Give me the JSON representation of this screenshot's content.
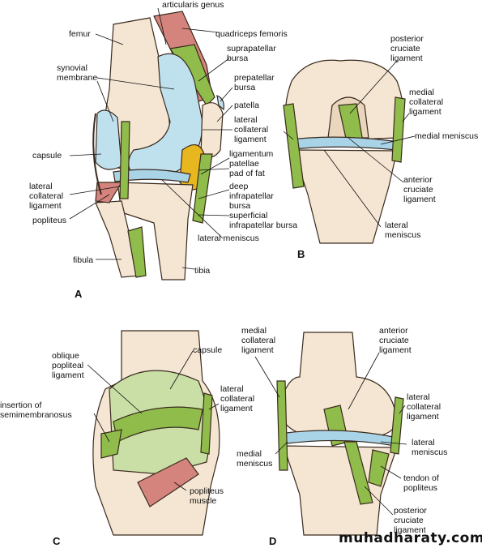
{
  "colors": {
    "bone": "#f5e6d3",
    "bone_outline": "#3a2a1e",
    "synovial": "#bfe1ee",
    "meniscus": "#a9d3e6",
    "ligament": "#8fbc4a",
    "ligament_dark": "#4c7a2a",
    "muscle": "#d4847c",
    "fat": "#e8b720",
    "capsule": "#c9dfa6"
  },
  "panels": {
    "A": {
      "letter": "A",
      "labels": {
        "articularis_genus": "articularis genus",
        "femur": "femur",
        "quadriceps_femoris": "quadriceps femoris",
        "suprapatellar_bursa": "suprapatellar\nbursa",
        "synovial_membrane": "synovial\nmembrane",
        "prepatellar_bursa": "prepatellar\nbursa",
        "patella": "patella",
        "capsule": "capsule",
        "ligamentum_patellae": "ligamentum\npatellae",
        "pad_of_fat": "pad of fat",
        "lateral_collateral_ligament": "lateral\ncollateral\nligament",
        "deep_infrapatellar_bursa": "deep\ninfrapatellar\nbursa",
        "popliteus": "popliteus",
        "superficial_infrapatellar_bursa": "superficial\ninfrapatellar bursa",
        "lateral_meniscus": "lateral meniscus",
        "fibula": "fibula",
        "tibia": "tibia"
      }
    },
    "B": {
      "letter": "B",
      "labels": {
        "posterior_cruciate_ligament": "posterior\ncruciate\nligament",
        "medial_collateral_ligament": "medial\ncollateral\nligament",
        "lateral_collateral_ligament": "lateral\ncollateral\nligament",
        "medial_meniscus": "medial meniscus",
        "anterior_cruciate_ligament": "anterior\ncruciate\nligament",
        "lateral_meniscus": "lateral\nmeniscus"
      }
    },
    "C": {
      "letter": "C",
      "labels": {
        "capsule": "capsule",
        "oblique_popliteal_ligament": "oblique\npopliteal\nligament",
        "lateral_collateral_ligament": "lateral\ncollateral\nligament",
        "insertion_of_semimembranosus": "insertion of\nsemimembranosus",
        "popliteus_muscle": "popliteus\nmuscle"
      }
    },
    "D": {
      "letter": "D",
      "labels": {
        "medial_collateral_ligament": "medial\ncollateral\nligament",
        "anterior_cruciate_ligament": "anterior\ncruciate\nligament",
        "lateral_collateral_ligament": "lateral\ncollateral\nligament",
        "lateral_meniscus": "lateral\nmeniscus",
        "medial_meniscus": "medial\nmeniscus",
        "tendon_of_popliteus": "tendon of\npopliteus",
        "posterior_cruciate_ligament": "posterior\ncruciate\nligament"
      }
    }
  },
  "watermark": "muhadharaty.com"
}
